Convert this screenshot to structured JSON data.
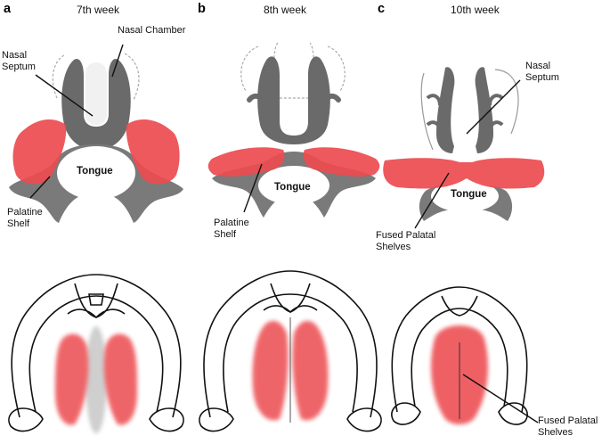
{
  "panels": [
    {
      "letter": "a",
      "week": "7th week"
    },
    {
      "letter": "b",
      "week": "8th week"
    },
    {
      "letter": "c",
      "week": "10th week"
    }
  ],
  "labels": {
    "nasal_chamber": "Nasal Chamber",
    "nasal_septum": "Nasal\nSeptum",
    "tongue": "Tongue",
    "palatine_shelf": "Palatine\nShelf",
    "fused_palatal_shelves": "Fused Palatal\nShelves"
  },
  "colors": {
    "palatal_tissue": "#ec4b4f",
    "tissue_gray": "#5b5b5b",
    "outline": "#111111"
  }
}
